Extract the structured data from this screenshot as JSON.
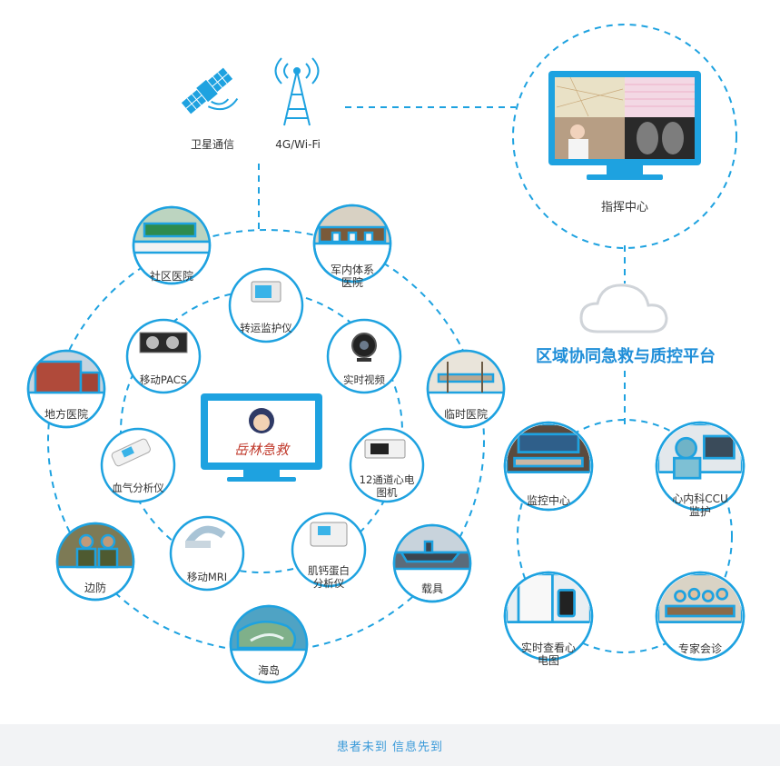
{
  "colors": {
    "accent": "#1ea2e0",
    "ring": "#1ea2e0",
    "footer_text": "#3a9ad9",
    "footer_bg": "#f2f3f5"
  },
  "top": {
    "satellite": {
      "label": "卫星通信",
      "icon": "satellite-icon"
    },
    "wifi": {
      "label": "4G/Wi-Fi",
      "icon": "signal-tower-icon"
    }
  },
  "command_center": {
    "label": "指挥中心"
  },
  "platform": {
    "title": "区域协同急救与质控平台",
    "icon": "cloud-icon"
  },
  "center_logo": {
    "text": "岳林急救"
  },
  "outer_ring": [
    {
      "id": "community",
      "label": "社区医院"
    },
    {
      "id": "army",
      "label": "军内体系医院"
    },
    {
      "id": "temp",
      "label": "临时医院"
    },
    {
      "id": "local",
      "label": "地方医院"
    },
    {
      "id": "border",
      "label": "边防"
    },
    {
      "id": "island",
      "label": "海岛"
    },
    {
      "id": "carrier",
      "label": "载具"
    }
  ],
  "inner_ring": [
    {
      "id": "monitor",
      "label": "转运监护仪"
    },
    {
      "id": "video",
      "label": "实时视频"
    },
    {
      "id": "pacs",
      "label": "移动PACS"
    },
    {
      "id": "ecg12",
      "label": "12通道心电图机"
    },
    {
      "id": "bloodgas",
      "label": "血气分析仪"
    },
    {
      "id": "mri",
      "label": "移动MRI"
    },
    {
      "id": "myocardial",
      "label": "肌钙蛋白分析仪"
    }
  ],
  "right_ring": [
    {
      "id": "monitoring",
      "label": "监控中心"
    },
    {
      "id": "ccu",
      "label": "心内科CCU监护"
    },
    {
      "id": "realtime_ecg",
      "label": "实时查看心电图"
    },
    {
      "id": "consult",
      "label": "专家会诊"
    }
  ],
  "labels": {
    "community": "社区医院",
    "army1": "军内体系",
    "army2": "医院",
    "temp": "临时医院",
    "local": "地方医院",
    "border": "边防",
    "island": "海岛",
    "carrier": "载具",
    "monitor": "转运监护仪",
    "video": "实时视频",
    "pacs": "移动PACS",
    "ecg1": "12通道心电",
    "ecg2": "图机",
    "bloodgas": "血气分析仪",
    "mri": "移动MRI",
    "myo1": "肌钙蛋白",
    "myo2": "分析仪",
    "monitoring": "监控中心",
    "ccu1": "心内科CCU",
    "ccu2": "监护",
    "rt1": "实时查看心",
    "rt2": "电图",
    "consult": "专家会诊"
  },
  "footer": {
    "tagline": "患者未到 信息先到"
  }
}
